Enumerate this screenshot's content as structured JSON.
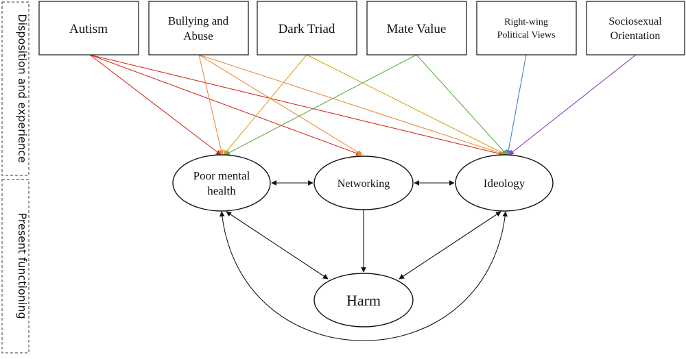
{
  "sections": {
    "top": "Disposition and experience",
    "bottom": "Present functioning"
  },
  "factors": {
    "autism": "Autism",
    "bullying_line1": "Bullying and",
    "bullying_line2": "Abuse",
    "dark_triad": "Dark Triad",
    "mate_value": "Mate Value",
    "right_wing_line1": "Right-wing",
    "right_wing_line2": "Political Views",
    "sociosexual_line1": "Sociosexual",
    "sociosexual_line2": "Orientation"
  },
  "outcomes": {
    "mental_line1": "Poor mental",
    "mental_line2": "health",
    "networking": "Networking",
    "ideology": "Ideology",
    "harm": "Harm"
  },
  "colors": {
    "autism": "#d62a1e",
    "bullying": "#ee8a3a",
    "dark_triad": "#d9a515",
    "mate_value": "#5fae3f",
    "right_wing": "#4a7fc4",
    "sociosexual": "#8a3fb5",
    "arrows": "#111111"
  }
}
